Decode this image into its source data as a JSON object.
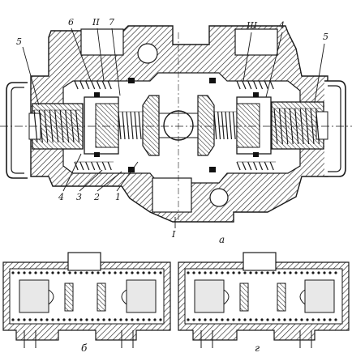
{
  "figure": {
    "main_view": {
      "leader_labels": [
        "5",
        "6",
        "II",
        "7",
        "III",
        "4",
        "5",
        "4",
        "3",
        "2",
        "1",
        "I"
      ],
      "caption": "а"
    },
    "view_b": {
      "caption": "б"
    },
    "view_g": {
      "caption": "г"
    }
  },
  "colors": {
    "ink": "#1a1a1a",
    "hatch": "#2a2a2a",
    "paper": "#ffffff",
    "fill": "#e8e8e8"
  }
}
